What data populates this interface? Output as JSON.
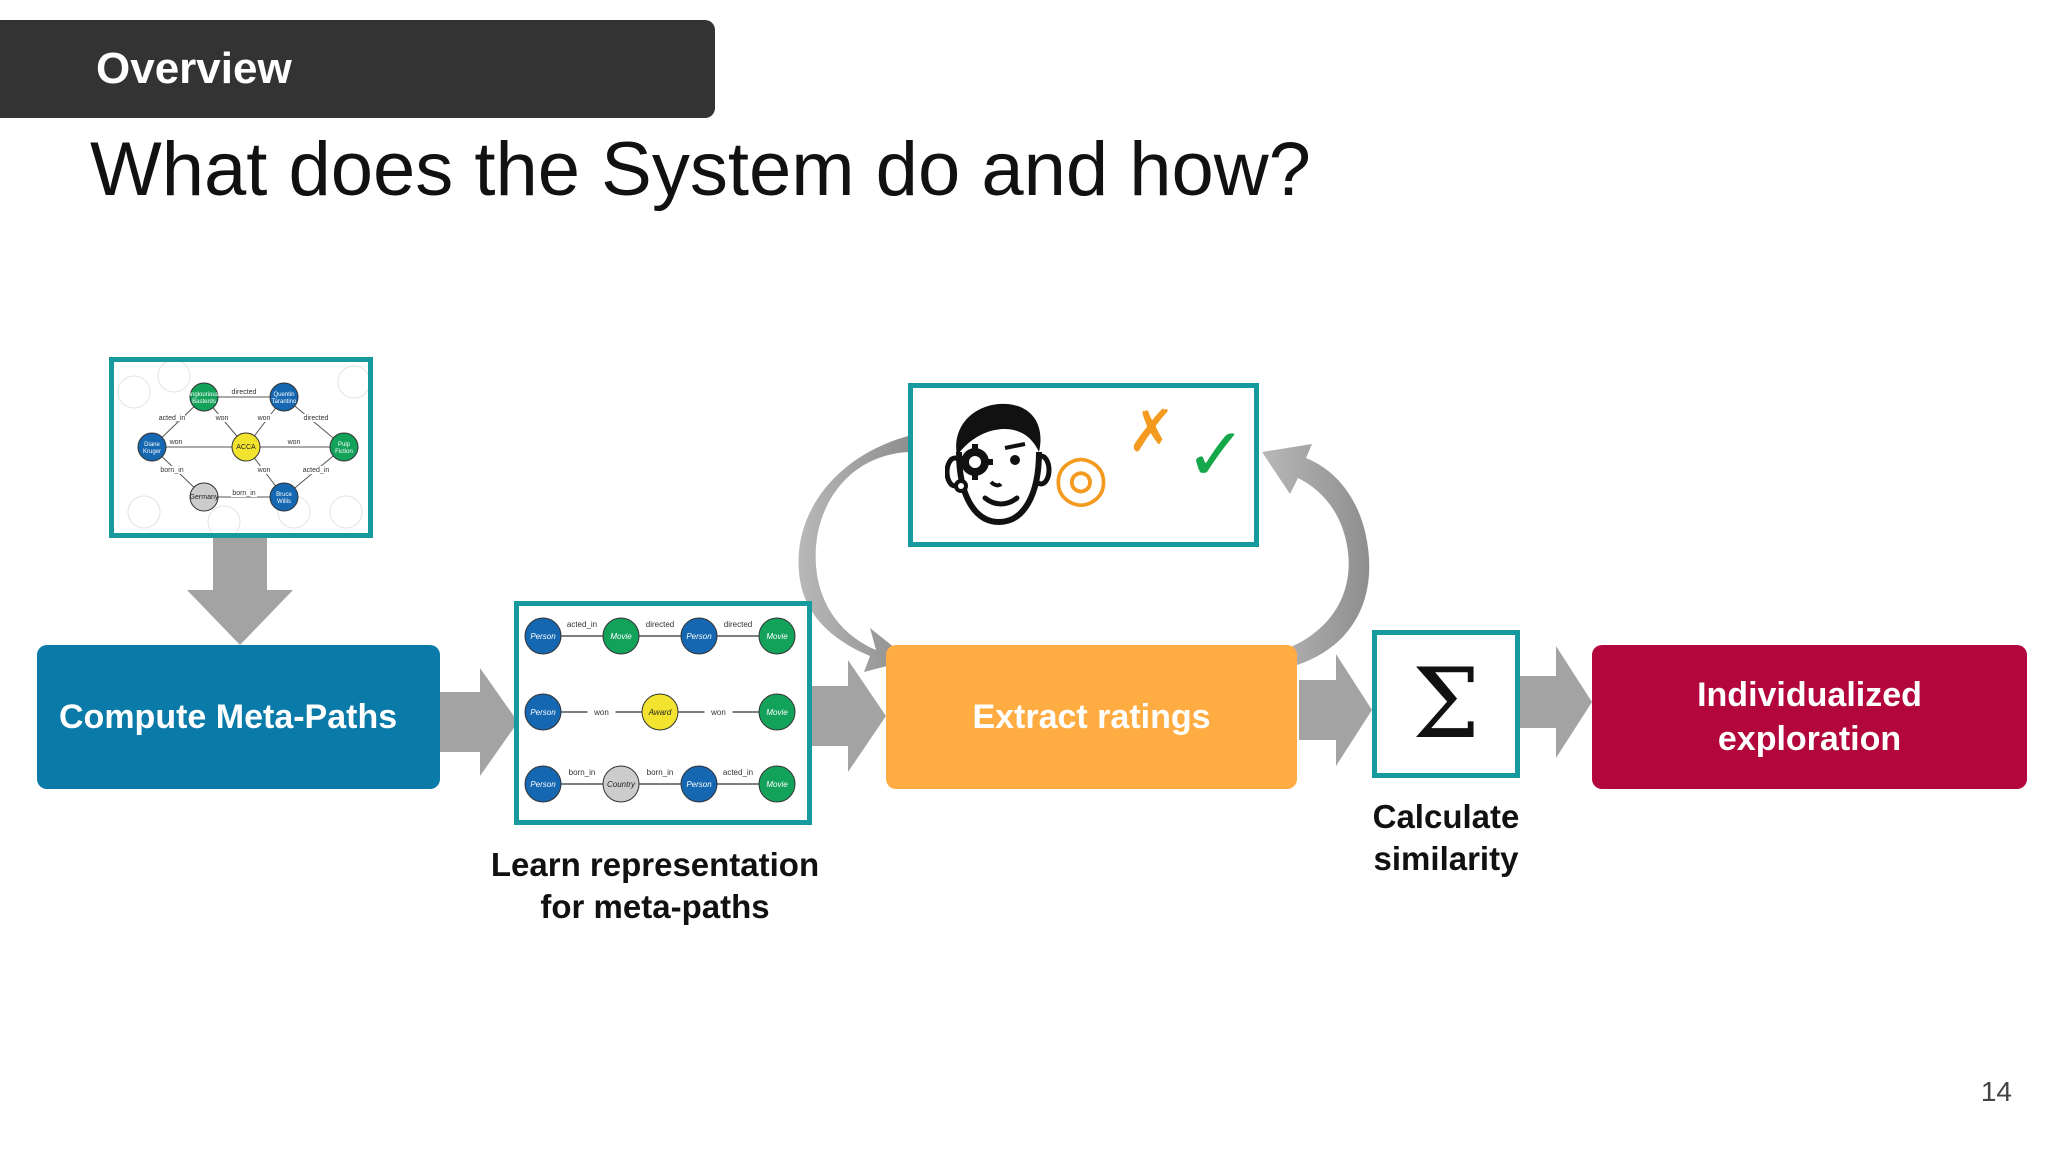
{
  "header": {
    "section_label": "Overview",
    "title": "What does the System do and how?"
  },
  "steps": {
    "compute": "Compute Meta-Paths",
    "learn_caption": "Learn representation\nfor meta-paths",
    "extract": "Extract ratings",
    "similarity_caption": "Calculate\nsimilarity",
    "sigma": "Σ",
    "explore": "Individualized\nexploration"
  },
  "ratings_panel": {
    "target": "◎",
    "cross": "✗",
    "check": "✓"
  },
  "knowledge_graph": {
    "nodes": [
      {
        "label": "Inglourious Basterds",
        "cls": "movie"
      },
      {
        "label": "Quentin Tarantino",
        "cls": "person"
      },
      {
        "label": "Diane Kruger",
        "cls": "person"
      },
      {
        "label": "ACCA",
        "cls": "award"
      },
      {
        "label": "Pulp Fiction",
        "cls": "movie"
      },
      {
        "label": "Germany",
        "cls": "country"
      },
      {
        "label": "Bruce Willis",
        "cls": "person"
      }
    ],
    "edges": [
      {
        "label": "directed"
      },
      {
        "label": "acted_in"
      },
      {
        "label": "won"
      },
      {
        "label": "won"
      },
      {
        "label": "directed"
      },
      {
        "label": "won"
      },
      {
        "label": "won"
      },
      {
        "label": "born_in"
      },
      {
        "label": "won"
      },
      {
        "label": "acted_in"
      },
      {
        "label": "born_in"
      }
    ]
  },
  "meta_paths": [
    {
      "nodes": [
        "Person",
        "Movie",
        "Person",
        "Movie"
      ],
      "cls": [
        "person",
        "movie",
        "person",
        "movie"
      ],
      "edges": [
        "acted_in",
        "directed",
        "directed"
      ]
    },
    {
      "nodes": [
        "Person",
        "Award",
        "Movie"
      ],
      "cls": [
        "person",
        "award",
        "movie"
      ],
      "edges": [
        "won",
        "won"
      ]
    },
    {
      "nodes": [
        "Person",
        "Country",
        "Person",
        "Movie"
      ],
      "cls": [
        "person",
        "country",
        "person",
        "movie"
      ],
      "edges": [
        "born_in",
        "born_in",
        "acted_in"
      ]
    }
  ],
  "colors": {
    "section_bg": "#333333",
    "compute": "#0a7aa8",
    "extract": "#ffad42",
    "explore": "#b3063d",
    "frame": "#169a9e",
    "arrow": "#a3a3a3",
    "person": "#1467b0",
    "movie": "#13a25a",
    "award": "#f2e42e",
    "country": "#cccccc",
    "target": "#f39a1f",
    "cross": "#f39a1f",
    "check": "#15a84a"
  },
  "page_number": "14"
}
